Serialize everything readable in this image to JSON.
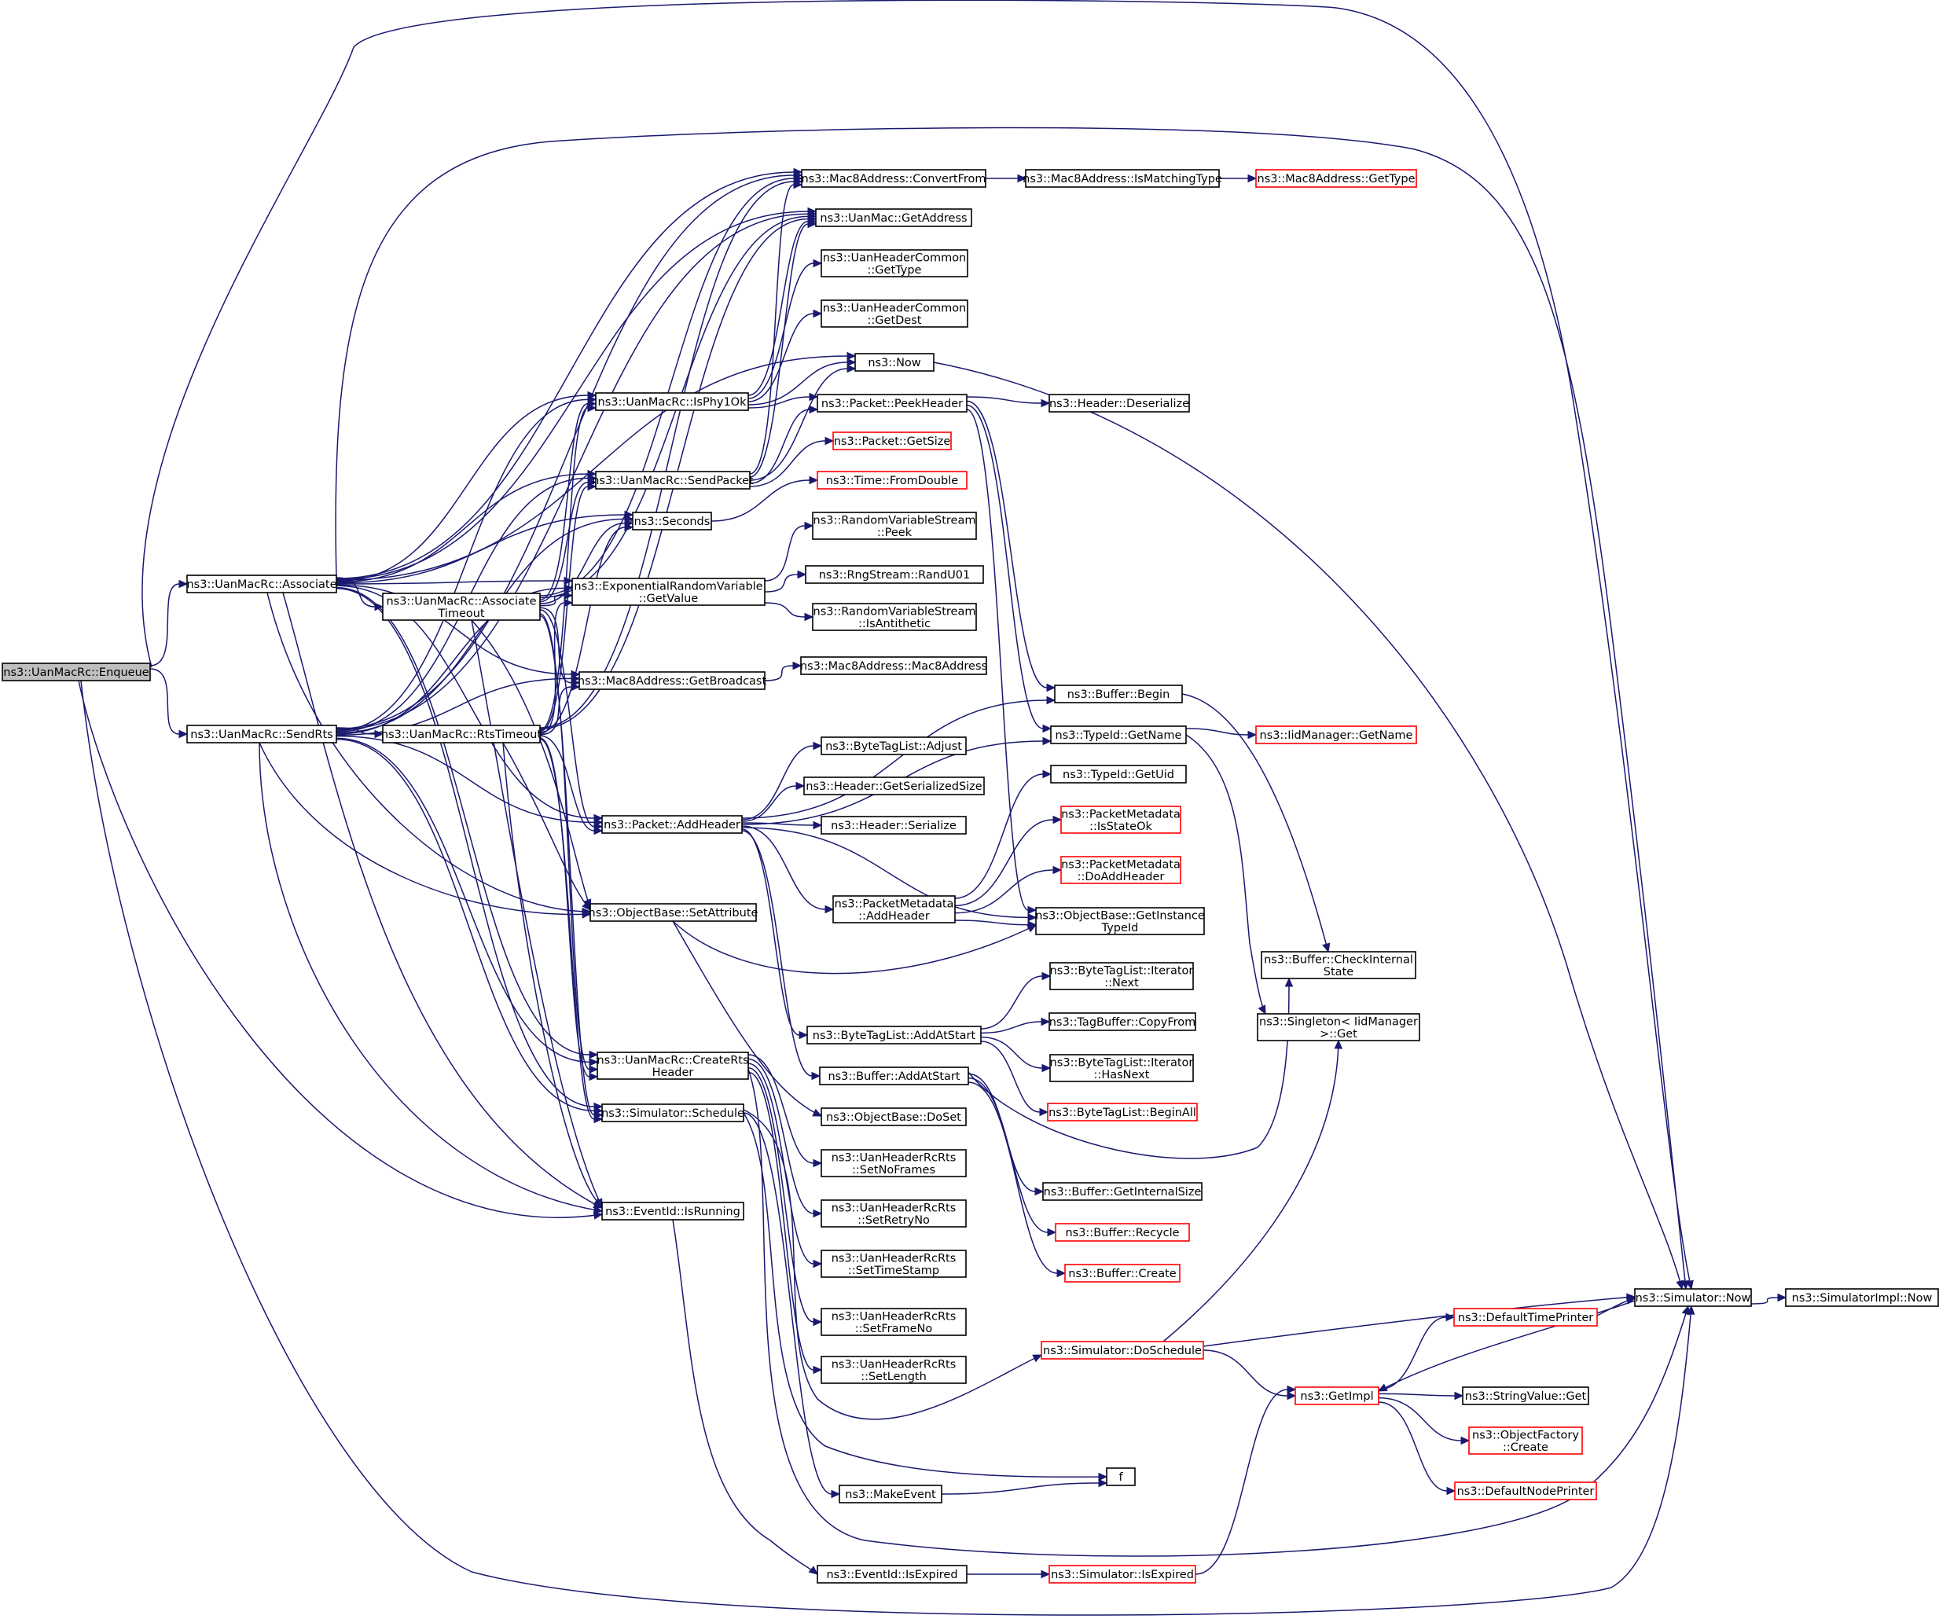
{
  "graph": {
    "colors": {
      "edge": "#191970",
      "node_border": "#000000",
      "external_border": "#ff0000",
      "root_fill": "#bfbfbf",
      "background": "#ffffff"
    },
    "nodes": [
      {
        "id": "enqueue",
        "lines": [
          "ns3::UanMacRc::Enqueue"
        ],
        "style": "root"
      },
      {
        "id": "associate",
        "lines": [
          "ns3::UanMacRc::Associate"
        ]
      },
      {
        "id": "sendrts",
        "lines": [
          "ns3::UanMacRc::SendRts"
        ]
      },
      {
        "id": "assoctimeout",
        "lines": [
          "ns3::UanMacRc::Associate",
          "Timeout"
        ]
      },
      {
        "id": "rtstimeout",
        "lines": [
          "ns3::UanMacRc::RtsTimeout"
        ]
      },
      {
        "id": "isphy1ok",
        "lines": [
          "ns3::UanMacRc::IsPhy1Ok"
        ]
      },
      {
        "id": "sendpacket",
        "lines": [
          "ns3::UanMacRc::SendPacket"
        ]
      },
      {
        "id": "seconds",
        "lines": [
          "ns3::Seconds"
        ]
      },
      {
        "id": "expgetvalue",
        "lines": [
          "ns3::ExponentialRandomVariable",
          "::GetValue"
        ]
      },
      {
        "id": "getbroadcast",
        "lines": [
          "ns3::Mac8Address::GetBroadcast"
        ]
      },
      {
        "id": "addheader",
        "lines": [
          "ns3::Packet::AddHeader"
        ]
      },
      {
        "id": "setattribute",
        "lines": [
          "ns3::ObjectBase::SetAttribute"
        ]
      },
      {
        "id": "creatertsheader",
        "lines": [
          "ns3::UanMacRc::CreateRts",
          "Header"
        ]
      },
      {
        "id": "schedule",
        "lines": [
          "ns3::Simulator::Schedule"
        ]
      },
      {
        "id": "isrunning",
        "lines": [
          "ns3::EventId::IsRunning"
        ]
      },
      {
        "id": "convertfrom",
        "lines": [
          "ns3::Mac8Address::ConvertFrom"
        ]
      },
      {
        "id": "uanmacgetaddress",
        "lines": [
          "ns3::UanMac::GetAddress"
        ]
      },
      {
        "id": "hdrgettype",
        "lines": [
          "ns3::UanHeaderCommon",
          "::GetType"
        ]
      },
      {
        "id": "hdrgetdest",
        "lines": [
          "ns3::UanHeaderCommon",
          "::GetDest"
        ]
      },
      {
        "id": "now",
        "lines": [
          "ns3::Now"
        ]
      },
      {
        "id": "peekheader",
        "lines": [
          "ns3::Packet::PeekHeader"
        ]
      },
      {
        "id": "getsize",
        "lines": [
          "ns3::Packet::GetSize"
        ],
        "style": "ext"
      },
      {
        "id": "fromdouble",
        "lines": [
          "ns3::Time::FromDouble"
        ],
        "style": "ext"
      },
      {
        "id": "rvspeek",
        "lines": [
          "ns3::RandomVariableStream",
          "::Peek"
        ]
      },
      {
        "id": "randu01",
        "lines": [
          "ns3::RngStream::RandU01"
        ]
      },
      {
        "id": "isantithetic",
        "lines": [
          "ns3::RandomVariableStream",
          "::IsAntithetic"
        ]
      },
      {
        "id": "mac8address",
        "lines": [
          "ns3::Mac8Address::Mac8Address"
        ]
      },
      {
        "id": "btladjust",
        "lines": [
          "ns3::ByteTagList::Adjust"
        ]
      },
      {
        "id": "getserializedsize",
        "lines": [
          "ns3::Header::GetSerializedSize"
        ]
      },
      {
        "id": "serialize",
        "lines": [
          "ns3::Header::Serialize"
        ]
      },
      {
        "id": "pmaddheader",
        "lines": [
          "ns3::PacketMetadata",
          "::AddHeader"
        ]
      },
      {
        "id": "btladdatstart",
        "lines": [
          "ns3::ByteTagList::AddAtStart"
        ]
      },
      {
        "id": "bufaddatstart",
        "lines": [
          "ns3::Buffer::AddAtStart"
        ]
      },
      {
        "id": "doset",
        "lines": [
          "ns3::ObjectBase::DoSet"
        ]
      },
      {
        "id": "setnoframes",
        "lines": [
          "ns3::UanHeaderRcRts",
          "::SetNoFrames"
        ]
      },
      {
        "id": "setretryno",
        "lines": [
          "ns3::UanHeaderRcRts",
          "::SetRetryNo"
        ]
      },
      {
        "id": "settimestamp",
        "lines": [
          "ns3::UanHeaderRcRts",
          "::SetTimeStamp"
        ]
      },
      {
        "id": "setframeno",
        "lines": [
          "ns3::UanHeaderRcRts",
          "::SetFrameNo"
        ]
      },
      {
        "id": "setlength",
        "lines": [
          "ns3::UanHeaderRcRts",
          "::SetLength"
        ]
      },
      {
        "id": "makeevent",
        "lines": [
          "ns3::MakeEvent"
        ]
      },
      {
        "id": "isexpired",
        "lines": [
          "ns3::EventId::IsExpired"
        ]
      },
      {
        "id": "ismatchingtype",
        "lines": [
          "ns3::Mac8Address::IsMatchingType"
        ]
      },
      {
        "id": "gettype",
        "lines": [
          "ns3::Mac8Address::GetType"
        ],
        "style": "ext"
      },
      {
        "id": "deserialize",
        "lines": [
          "ns3::Header::Deserialize"
        ]
      },
      {
        "id": "bufbegin",
        "lines": [
          "ns3::Buffer::Begin"
        ]
      },
      {
        "id": "typeidgetname",
        "lines": [
          "ns3::TypeId::GetName"
        ]
      },
      {
        "id": "typeidgetuid",
        "lines": [
          "ns3::TypeId::GetUid"
        ]
      },
      {
        "id": "pmisstateok",
        "lines": [
          "ns3::PacketMetadata",
          "::IsStateOk"
        ],
        "style": "ext"
      },
      {
        "id": "pmdoaddheader",
        "lines": [
          "ns3::PacketMetadata",
          "::DoAddHeader"
        ],
        "style": "ext"
      },
      {
        "id": "getinstancetypeid",
        "lines": [
          "ns3::ObjectBase::GetInstance",
          "TypeId"
        ]
      },
      {
        "id": "btlitnext",
        "lines": [
          "ns3::ByteTagList::Iterator",
          "::Next"
        ]
      },
      {
        "id": "tagcopyfrom",
        "lines": [
          "ns3::TagBuffer::CopyFrom"
        ]
      },
      {
        "id": "btlithasnext",
        "lines": [
          "ns3::ByteTagList::Iterator",
          "::HasNext"
        ]
      },
      {
        "id": "btlbeginall",
        "lines": [
          "ns3::ByteTagList::BeginAll"
        ],
        "style": "ext"
      },
      {
        "id": "bufgetinternalsize",
        "lines": [
          "ns3::Buffer::GetInternalSize"
        ]
      },
      {
        "id": "bufrecycle",
        "lines": [
          "ns3::Buffer::Recycle"
        ],
        "style": "ext"
      },
      {
        "id": "bufcreate",
        "lines": [
          "ns3::Buffer::Create"
        ],
        "style": "ext"
      },
      {
        "id": "doschedule",
        "lines": [
          "ns3::Simulator::DoSchedule"
        ],
        "style": "ext"
      },
      {
        "id": "simisexpired",
        "lines": [
          "ns3::Simulator::IsExpired"
        ],
        "style": "ext"
      },
      {
        "id": "iidgetname",
        "lines": [
          "ns3::IidManager::GetName"
        ],
        "style": "ext"
      },
      {
        "id": "checkinternalstate",
        "lines": [
          "ns3::Buffer::CheckInternal",
          "State"
        ]
      },
      {
        "id": "singletonget",
        "lines": [
          "ns3::Singleton< IidManager",
          ">::Get"
        ]
      },
      {
        "id": "getimpl",
        "lines": [
          "ns3::GetImpl"
        ],
        "style": "ext"
      },
      {
        "id": "defaulttimeprinter",
        "lines": [
          "ns3::DefaultTimePrinter"
        ],
        "style": "ext"
      },
      {
        "id": "stringvalueget",
        "lines": [
          "ns3::StringValue::Get"
        ]
      },
      {
        "id": "objfactorycreate",
        "lines": [
          "ns3::ObjectFactory",
          "::Create"
        ],
        "style": "ext"
      },
      {
        "id": "defaultnodeprinter",
        "lines": [
          "ns3::DefaultNodePrinter"
        ],
        "style": "ext"
      },
      {
        "id": "f",
        "lines": [
          "f"
        ]
      },
      {
        "id": "simnow",
        "lines": [
          "ns3::Simulator::Now"
        ]
      },
      {
        "id": "simimplnow",
        "lines": [
          "ns3::SimulatorImpl::Now"
        ]
      }
    ],
    "edges": [
      [
        "enqueue",
        "associate"
      ],
      [
        "enqueue",
        "sendrts"
      ],
      [
        "enqueue",
        "isrunning"
      ],
      [
        "enqueue",
        "simnow"
      ],
      [
        "enqueue",
        "simnow"
      ],
      [
        "associate",
        "assoctimeout"
      ],
      [
        "associate",
        "convertfrom"
      ],
      [
        "associate",
        "uanmacgetaddress"
      ],
      [
        "associate",
        "now"
      ],
      [
        "associate",
        "isphy1ok"
      ],
      [
        "associate",
        "sendpacket"
      ],
      [
        "associate",
        "seconds"
      ],
      [
        "associate",
        "expgetvalue"
      ],
      [
        "associate",
        "getbroadcast"
      ],
      [
        "associate",
        "addheader"
      ],
      [
        "associate",
        "setattribute"
      ],
      [
        "associate",
        "creatertsheader"
      ],
      [
        "associate",
        "schedule"
      ],
      [
        "associate",
        "isrunning"
      ],
      [
        "associate",
        "simnow"
      ],
      [
        "sendrts",
        "rtstimeout"
      ],
      [
        "sendrts",
        "convertfrom"
      ],
      [
        "sendrts",
        "uanmacgetaddress"
      ],
      [
        "sendrts",
        "isphy1ok"
      ],
      [
        "sendrts",
        "sendpacket"
      ],
      [
        "sendrts",
        "seconds"
      ],
      [
        "sendrts",
        "expgetvalue"
      ],
      [
        "sendrts",
        "getbroadcast"
      ],
      [
        "sendrts",
        "addheader"
      ],
      [
        "sendrts",
        "setattribute"
      ],
      [
        "sendrts",
        "creatertsheader"
      ],
      [
        "sendrts",
        "schedule"
      ],
      [
        "sendrts",
        "isrunning"
      ],
      [
        "assoctimeout",
        "convertfrom"
      ],
      [
        "assoctimeout",
        "uanmacgetaddress"
      ],
      [
        "assoctimeout",
        "isphy1ok"
      ],
      [
        "assoctimeout",
        "sendpacket"
      ],
      [
        "assoctimeout",
        "seconds"
      ],
      [
        "assoctimeout",
        "expgetvalue"
      ],
      [
        "assoctimeout",
        "getbroadcast"
      ],
      [
        "assoctimeout",
        "addheader"
      ],
      [
        "assoctimeout",
        "setattribute"
      ],
      [
        "assoctimeout",
        "creatertsheader"
      ],
      [
        "assoctimeout",
        "schedule"
      ],
      [
        "assoctimeout",
        "isrunning"
      ],
      [
        "rtstimeout",
        "convertfrom"
      ],
      [
        "rtstimeout",
        "uanmacgetaddress"
      ],
      [
        "rtstimeout",
        "isphy1ok"
      ],
      [
        "rtstimeout",
        "sendpacket"
      ],
      [
        "rtstimeout",
        "seconds"
      ],
      [
        "rtstimeout",
        "expgetvalue"
      ],
      [
        "rtstimeout",
        "getbroadcast"
      ],
      [
        "rtstimeout",
        "addheader"
      ],
      [
        "rtstimeout",
        "setattribute"
      ],
      [
        "rtstimeout",
        "creatertsheader"
      ],
      [
        "rtstimeout",
        "schedule"
      ],
      [
        "rtstimeout",
        "isrunning"
      ],
      [
        "isphy1ok",
        "uanmacgetaddress"
      ],
      [
        "isphy1ok",
        "hdrgettype"
      ],
      [
        "isphy1ok",
        "hdrgetdest"
      ],
      [
        "isphy1ok",
        "now"
      ],
      [
        "isphy1ok",
        "peekheader"
      ],
      [
        "sendpacket",
        "convertfrom"
      ],
      [
        "sendpacket",
        "uanmacgetaddress"
      ],
      [
        "sendpacket",
        "now"
      ],
      [
        "sendpacket",
        "peekheader"
      ],
      [
        "sendpacket",
        "getsize"
      ],
      [
        "seconds",
        "fromdouble"
      ],
      [
        "expgetvalue",
        "rvspeek"
      ],
      [
        "expgetvalue",
        "randu01"
      ],
      [
        "expgetvalue",
        "isantithetic"
      ],
      [
        "getbroadcast",
        "mac8address"
      ],
      [
        "convertfrom",
        "ismatchingtype"
      ],
      [
        "ismatchingtype",
        "gettype"
      ],
      [
        "now",
        "simnow"
      ],
      [
        "peekheader",
        "deserialize"
      ],
      [
        "peekheader",
        "bufbegin"
      ],
      [
        "peekheader",
        "typeidgetname"
      ],
      [
        "peekheader",
        "getinstancetypeid"
      ],
      [
        "addheader",
        "bufbegin"
      ],
      [
        "addheader",
        "btladjust"
      ],
      [
        "addheader",
        "getserializedsize"
      ],
      [
        "addheader",
        "serialize"
      ],
      [
        "addheader",
        "typeidgetname"
      ],
      [
        "addheader",
        "pmaddheader"
      ],
      [
        "addheader",
        "getinstancetypeid"
      ],
      [
        "addheader",
        "btladdatstart"
      ],
      [
        "addheader",
        "bufaddatstart"
      ],
      [
        "pmaddheader",
        "typeidgetuid"
      ],
      [
        "pmaddheader",
        "pmisstateok"
      ],
      [
        "pmaddheader",
        "pmdoaddheader"
      ],
      [
        "pmaddheader",
        "getinstancetypeid"
      ],
      [
        "setattribute",
        "getinstancetypeid"
      ],
      [
        "setattribute",
        "doset"
      ],
      [
        "btladdatstart",
        "btlitnext"
      ],
      [
        "btladdatstart",
        "tagcopyfrom"
      ],
      [
        "btladdatstart",
        "btlithasnext"
      ],
      [
        "btladdatstart",
        "btlbeginall"
      ],
      [
        "bufaddatstart",
        "checkinternalstate"
      ],
      [
        "bufaddatstart",
        "bufgetinternalsize"
      ],
      [
        "bufaddatstart",
        "bufrecycle"
      ],
      [
        "bufaddatstart",
        "bufcreate"
      ],
      [
        "bufbegin",
        "checkinternalstate"
      ],
      [
        "typeidgetname",
        "iidgetname"
      ],
      [
        "typeidgetname",
        "singletonget"
      ],
      [
        "creatertsheader",
        "setnoframes"
      ],
      [
        "creatertsheader",
        "setretryno"
      ],
      [
        "creatertsheader",
        "settimestamp"
      ],
      [
        "creatertsheader",
        "setframeno"
      ],
      [
        "creatertsheader",
        "setlength"
      ],
      [
        "creatertsheader",
        "simnow"
      ],
      [
        "schedule",
        "doschedule"
      ],
      [
        "schedule",
        "makeevent"
      ],
      [
        "schedule",
        "f"
      ],
      [
        "makeevent",
        "f"
      ],
      [
        "isrunning",
        "isexpired"
      ],
      [
        "isexpired",
        "simisexpired"
      ],
      [
        "simisexpired",
        "getimpl"
      ],
      [
        "doschedule",
        "singletonget"
      ],
      [
        "doschedule",
        "getimpl"
      ],
      [
        "doschedule",
        "simnow"
      ],
      [
        "getimpl",
        "defaulttimeprinter"
      ],
      [
        "getimpl",
        "stringvalueget"
      ],
      [
        "getimpl",
        "objfactorycreate"
      ],
      [
        "getimpl",
        "defaultnodeprinter"
      ],
      [
        "defaulttimeprinter",
        "simnow"
      ],
      [
        "simnow",
        "getimpl"
      ],
      [
        "simnow",
        "simimplnow"
      ]
    ]
  }
}
